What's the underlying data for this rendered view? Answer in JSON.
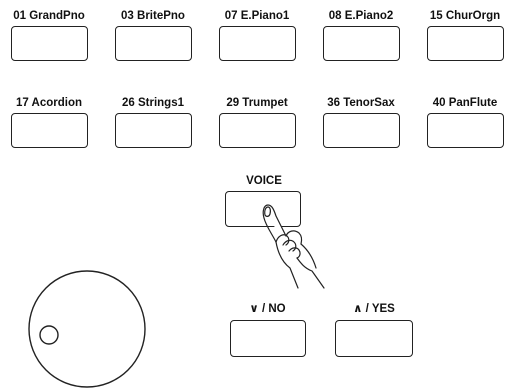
{
  "voice_presets": [
    {
      "label": "01 GrandPno"
    },
    {
      "label": "03 BritePno"
    },
    {
      "label": "07 E.Piano1"
    },
    {
      "label": "08 E.Piano2"
    },
    {
      "label": "15 ChurOrgn"
    },
    {
      "label": "17 Acordion"
    },
    {
      "label": "26 Strings1"
    },
    {
      "label": "29 Trumpet"
    },
    {
      "label": "36 TenorSax"
    },
    {
      "label": "40 PanFlute"
    }
  ],
  "voice": {
    "label": "VOICE"
  },
  "no": {
    "label": "∨ / NO"
  },
  "yes": {
    "label": "∧ / YES"
  },
  "icons": {
    "hand": "pointing-hand-icon",
    "dial": "data-dial-knob"
  }
}
